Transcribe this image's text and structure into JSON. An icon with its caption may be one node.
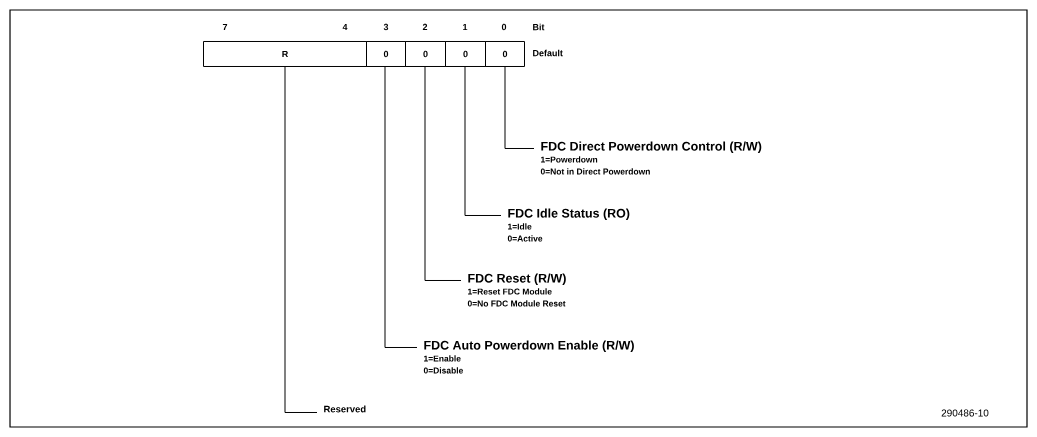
{
  "diagram": {
    "nodes": [
      {
        "text": [
          "R"
        ]
      },
      {
        "text": [
          "0"
        ]
      },
      {
        "text": [
          "0"
        ]
      },
      {
        "text": [
          "0"
        ]
      },
      {
        "text": [
          "0"
        ]
      },
      {
        "text": [
          "FDC Direct Powerdown Control (R/W)",
          "1=Powerdown",
          "0=Not in Direct Powerdown"
        ]
      },
      {
        "text": [
          "FDC Idle Status (RO)",
          "1=Idle",
          "0=Active"
        ]
      },
      {
        "text": [
          "FDC Reset (R/W)",
          "1=Reset FDC Module",
          "0=No FDC Module Reset"
        ]
      },
      {
        "text": [
          "FDC Auto Powerdown Enable (R/W)",
          "1=Enable",
          "0=Disable"
        ]
      },
      {
        "text": [
          "Reserved"
        ]
      }
    ],
    "edges": [
      {
        "from": 4,
        "to": 5,
        "arrow": "none"
      },
      {
        "from": 3,
        "to": 6,
        "arrow": "none"
      },
      {
        "from": 2,
        "to": 7,
        "arrow": "none"
      },
      {
        "from": 1,
        "to": 8,
        "arrow": "none"
      },
      {
        "from": 0,
        "to": 9,
        "arrow": "none"
      }
    ],
    "labels": [
      "7",
      "4",
      "3",
      "2",
      "1",
      "0",
      "Bit",
      "Default",
      "290486-10"
    ]
  }
}
